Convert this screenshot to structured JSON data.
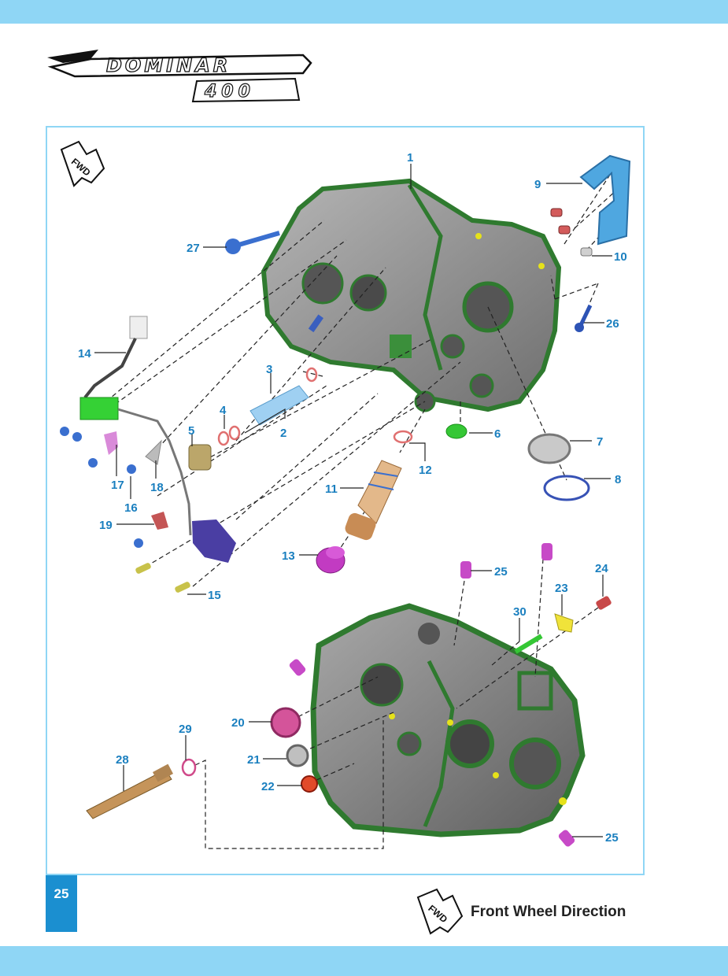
{
  "brand": {
    "logo_line1": "DOMINAR",
    "logo_line2": "400"
  },
  "page_number": "25",
  "fwd_badge": "FWD",
  "legend": {
    "icon_text": "FWD",
    "label": "Front Wheel Direction"
  },
  "colors": {
    "band": "#8fd6f5",
    "callout": "#1a7fbf",
    "page_tab": "#1b8fd0",
    "crankcase_gasket": "#3b8f3b",
    "crankcase_metal": "#8a8a8a"
  },
  "callouts": [
    "1",
    "2",
    "3",
    "4",
    "5",
    "6",
    "7",
    "8",
    "9",
    "10",
    "11",
    "12",
    "13",
    "14",
    "15",
    "16",
    "17",
    "18",
    "19",
    "20",
    "21",
    "22",
    "23",
    "24",
    "25",
    "25",
    "26",
    "27",
    "28",
    "29",
    "30"
  ]
}
